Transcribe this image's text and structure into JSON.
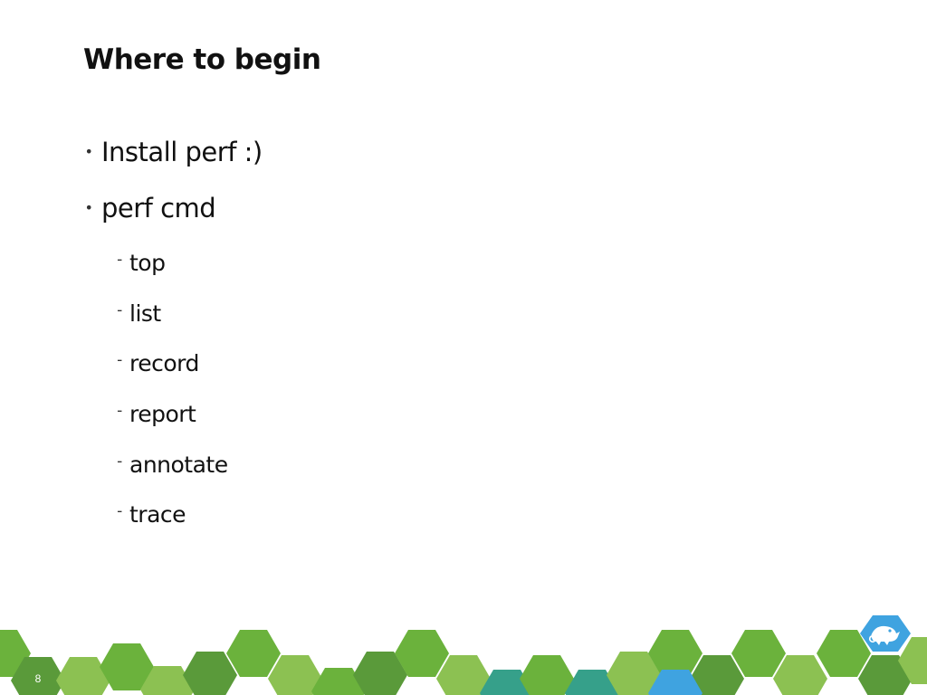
{
  "slide": {
    "title": "Where to begin",
    "page_number": "8"
  },
  "bullets": [
    {
      "text": "Install perf :)"
    },
    {
      "text": "perf cmd",
      "children": [
        {
          "text": "top"
        },
        {
          "text": "list"
        },
        {
          "text": "record"
        },
        {
          "text": "report"
        },
        {
          "text": "annotate"
        },
        {
          "text": "trace"
        }
      ]
    }
  ],
  "theme": {
    "hex_green_dark": "#5a9a3a",
    "hex_green": "#6bb23c",
    "hex_green_light": "#8cc152",
    "hex_teal": "#36a08a",
    "hex_blue": "#3fa3e0",
    "logo_icon": "chameleon-icon"
  }
}
